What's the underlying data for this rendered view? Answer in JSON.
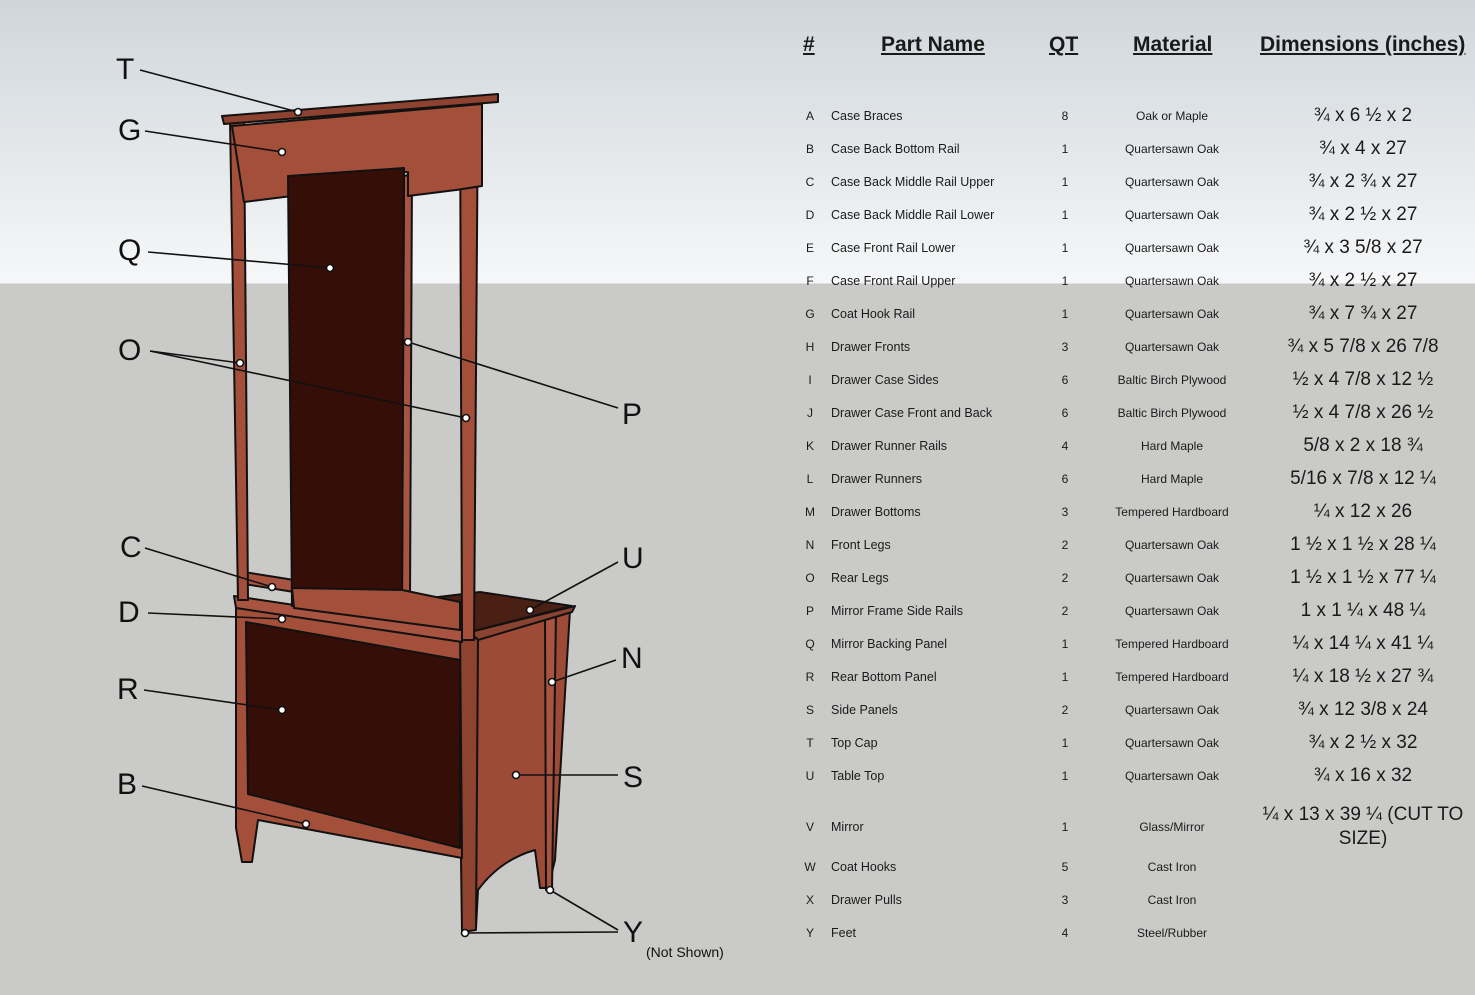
{
  "table": {
    "headers": {
      "id": "#",
      "name": "Part Name",
      "qt": "QT",
      "material": "Material",
      "dimensions": "Dimensions (inches)"
    },
    "rows": [
      {
        "id": "A",
        "name": "Case Braces",
        "qt": "8",
        "material": "Oak or Maple",
        "dim": "¾ x 6 ½ x 2"
      },
      {
        "id": "B",
        "name": "Case Back Bottom Rail",
        "qt": "1",
        "material": "Quartersawn Oak",
        "dim": "¾ x 4 x 27"
      },
      {
        "id": "C",
        "name": "Case Back Middle Rail Upper",
        "qt": "1",
        "material": "Quartersawn Oak",
        "dim": "¾ x 2 ¾ x 27"
      },
      {
        "id": "D",
        "name": "Case Back Middle Rail Lower",
        "qt": "1",
        "material": "Quartersawn Oak",
        "dim": "¾ x 2 ½ x 27"
      },
      {
        "id": "E",
        "name": "Case Front Rail Lower",
        "qt": "1",
        "material": "Quartersawn Oak",
        "dim": "¾ x 3 5/8 x 27"
      },
      {
        "id": "F",
        "name": "Case Front Rail Upper",
        "qt": "1",
        "material": "Quartersawn Oak",
        "dim": "¾ x 2 ½ x 27"
      },
      {
        "id": "G",
        "name": "Coat Hook Rail",
        "qt": "1",
        "material": "Quartersawn Oak",
        "dim": "¾ x 7 ¾ x 27"
      },
      {
        "id": "H",
        "name": "Drawer Fronts",
        "qt": "3",
        "material": "Quartersawn Oak",
        "dim": "¾ x 5 7/8 x 26 7/8"
      },
      {
        "id": "I",
        "name": "Drawer Case Sides",
        "qt": "6",
        "material": "Baltic Birch Plywood",
        "dim": "½ x 4 7/8 x 12 ½"
      },
      {
        "id": "J",
        "name": "Drawer Case Front and Back",
        "qt": "6",
        "material": "Baltic Birch Plywood",
        "dim": "½ x 4 7/8 x 26 ½"
      },
      {
        "id": "K",
        "name": "Drawer Runner Rails",
        "qt": "4",
        "material": "Hard Maple",
        "dim": "5/8 x 2 x 18 ¾"
      },
      {
        "id": "L",
        "name": "Drawer Runners",
        "qt": "6",
        "material": "Hard Maple",
        "dim": "5/16 x 7/8 x 12 ¼"
      },
      {
        "id": "M",
        "name": "Drawer Bottoms",
        "qt": "3",
        "material": "Tempered Hardboard",
        "dim": "¼ x 12 x 26"
      },
      {
        "id": "N",
        "name": "Front Legs",
        "qt": "2",
        "material": "Quartersawn Oak",
        "dim": "1 ½ x 1 ½ x 28 ¼"
      },
      {
        "id": "O",
        "name": "Rear Legs",
        "qt": "2",
        "material": "Quartersawn Oak",
        "dim": "1 ½ x 1 ½ x 77 ¼"
      },
      {
        "id": "P",
        "name": "Mirror Frame Side Rails",
        "qt": "2",
        "material": "Quartersawn Oak",
        "dim": "1 x 1 ¼ x 48 ¼"
      },
      {
        "id": "Q",
        "name": "Mirror Backing Panel",
        "qt": "1",
        "material": "Tempered Hardboard",
        "dim": "¼ x 14 ¼ x 41 ¼"
      },
      {
        "id": "R",
        "name": "Rear Bottom Panel",
        "qt": "1",
        "material": "Tempered Hardboard",
        "dim": "¼ x 18 ½ x 27 ¾"
      },
      {
        "id": "S",
        "name": "Side Panels",
        "qt": "2",
        "material": "Quartersawn Oak",
        "dim": "¾ x 12 3/8 x 24"
      },
      {
        "id": "T",
        "name": "Top Cap",
        "qt": "1",
        "material": "Quartersawn Oak",
        "dim": "¾ x 2 ½ x 32"
      },
      {
        "id": "U",
        "name": "Table Top",
        "qt": "1",
        "material": "Quartersawn Oak",
        "dim": "¾ x 16 x 32"
      },
      {
        "id": "V",
        "name": "Mirror",
        "qt": "1",
        "material": "Glass/Mirror",
        "dim": "¼ x 13 x 39 ¼ (CUT TO SIZE)"
      },
      {
        "id": "W",
        "name": "Coat Hooks",
        "qt": "5",
        "material": "Cast Iron",
        "dim": ""
      },
      {
        "id": "X",
        "name": "Drawer Pulls",
        "qt": "3",
        "material": "Cast Iron",
        "dim": ""
      },
      {
        "id": "Y",
        "name": "Feet",
        "qt": "4",
        "material": "Steel/Rubber",
        "dim": ""
      }
    ]
  },
  "diagram": {
    "callouts": {
      "T": "T",
      "G": "G",
      "Q": "Q",
      "O": "O",
      "C": "C",
      "D": "D",
      "R": "R",
      "B": "B",
      "P": "P",
      "U": "U",
      "N": "N",
      "S": "S",
      "Y": "Y"
    },
    "y_note": "(Not Shown)",
    "colors": {
      "wood": "#a34f3a",
      "wood_dark": "#8e4331",
      "wood_side": "#9d4b37",
      "panel": "#360e08",
      "outline": "#111111"
    }
  }
}
